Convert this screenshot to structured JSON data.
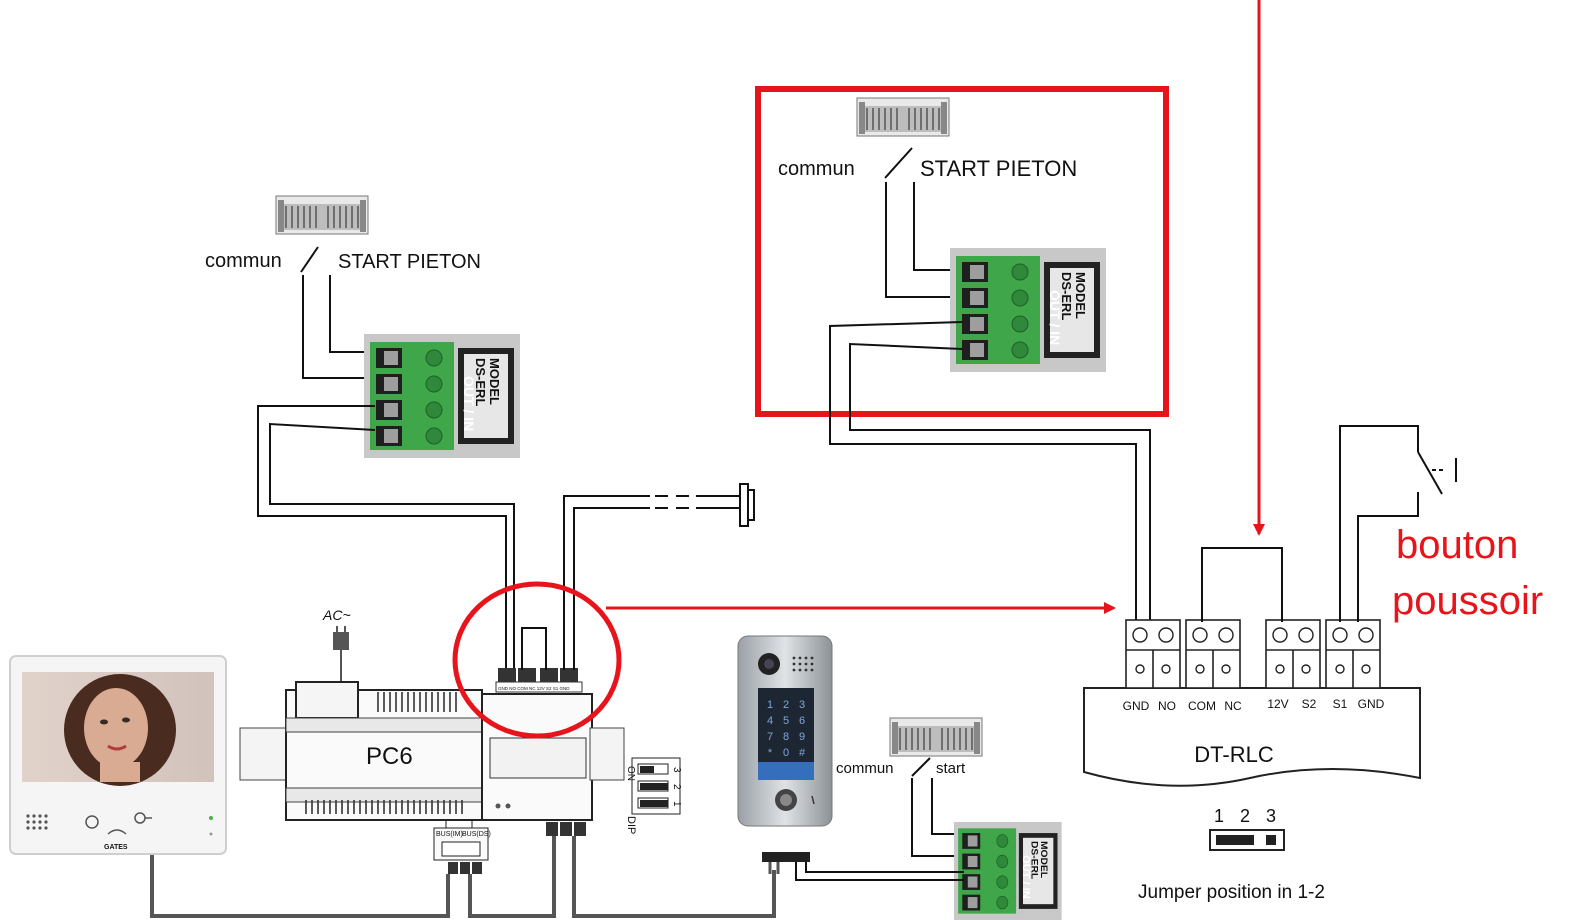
{
  "colors": {
    "accent_red": "#e8141b",
    "terminal_green": "#3fa64a",
    "wire": "#222222"
  },
  "left_gate": {
    "icon": "gate-icon",
    "commun": "commun",
    "start": "START PIETON"
  },
  "boxed_gate": {
    "icon": "gate-icon",
    "commun": "commun",
    "start": "START PIETON"
  },
  "erl_module": {
    "model_line1": "MODEL",
    "model_line2": "DS-ERL",
    "out_in": "OUT / IN"
  },
  "ac_label": "AC~",
  "pc6_label": "PC6",
  "pc6_terminals": [
    "GND",
    "NO",
    "COM",
    "NC",
    "12V",
    "S2",
    "S1",
    "GND"
  ],
  "bus_labels": [
    "BUS(IM)",
    "BUS(DS)"
  ],
  "dip": {
    "label": "DIP",
    "on": "ON",
    "numbers": [
      "3",
      "2",
      "1"
    ]
  },
  "monitor": {
    "brand": "GATES",
    "photo": "woman-portrait"
  },
  "outdoor_station": {
    "keys": [
      "1",
      "2",
      "3",
      "4",
      "5",
      "6",
      "7",
      "8",
      "9",
      "*",
      "0",
      "#"
    ]
  },
  "bottom_gate": {
    "icon": "gate-icon",
    "commun": "commun",
    "start": "start"
  },
  "relay": {
    "name": "DT-RLC",
    "terminals": [
      "GND",
      "NO",
      "COM",
      "NC",
      "12V",
      "S2",
      "S1",
      "GND"
    ],
    "jumper_numbers": [
      "1",
      "2",
      "3"
    ],
    "jumper_caption": "Jumper position in  1-2"
  },
  "push_button": {
    "line1": "bouton",
    "line2": "poussoir"
  }
}
